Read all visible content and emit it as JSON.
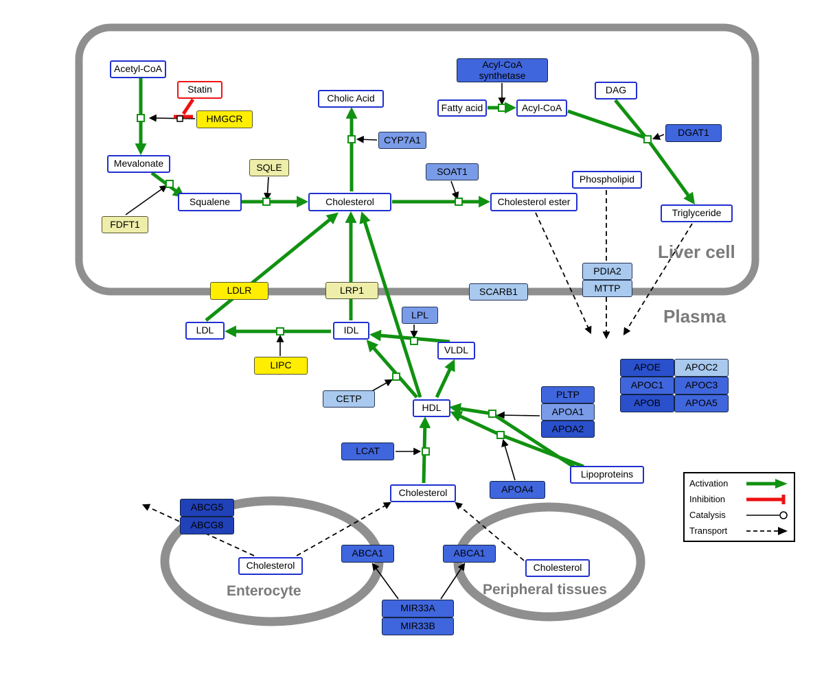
{
  "regions": {
    "liver_label": "Liver cell",
    "plasma_label": "Plasma",
    "enterocyte_label": "Enterocyte",
    "peripheral_label": "Peripheral tissues"
  },
  "colors": {
    "activation": "#119111",
    "inhibition": "#ee1111",
    "catalysis": "#000000",
    "transport": "#000000",
    "membrane": "#8f8f8f",
    "metabolite_border": "#1f2fd0",
    "gene_yellow": "#ffee00",
    "gene_pale_yellow": "#eeeeaa",
    "blue_light": "#a9c9ee",
    "blue_medium": "#7a9ce8",
    "blue_strong": "#4066dd",
    "blue_dark": "#2a50cc",
    "blue_darkest": "#2141b8"
  },
  "nodes": [
    {
      "id": "acetyl_coa",
      "label": "Acetyl-CoA",
      "kind": "metabolite"
    },
    {
      "id": "statin",
      "label": "Statin",
      "kind": "drug"
    },
    {
      "id": "hmgcr",
      "label": "HMGCR",
      "kind": "yellow"
    },
    {
      "id": "mevalonate",
      "label": "Mevalonate",
      "kind": "metabolite"
    },
    {
      "id": "cholic_acid",
      "label": "Cholic Acid",
      "kind": "metabolite"
    },
    {
      "id": "cyp7a1",
      "label": "CYP7A1",
      "kind": "bm"
    },
    {
      "id": "sqle",
      "label": "SQLE",
      "kind": "pale"
    },
    {
      "id": "squalene",
      "label": "Squalene",
      "kind": "metabolite"
    },
    {
      "id": "fdft1",
      "label": "FDFT1",
      "kind": "pale"
    },
    {
      "id": "cholesterol_liver",
      "label": "Cholesterol",
      "kind": "metabolite"
    },
    {
      "id": "acyl_coa_synthetase",
      "label": "Acyl-CoA synthetase",
      "kind": "bs"
    },
    {
      "id": "fatty_acid",
      "label": "Fatty acid",
      "kind": "metabolite"
    },
    {
      "id": "acyl_coa",
      "label": "Acyl-CoA",
      "kind": "metabolite"
    },
    {
      "id": "dag",
      "label": "DAG",
      "kind": "metabolite"
    },
    {
      "id": "dgat1",
      "label": "DGAT1",
      "kind": "bs"
    },
    {
      "id": "soat1",
      "label": "SOAT1",
      "kind": "bm"
    },
    {
      "id": "cholesterol_ester",
      "label": "Cholesterol ester",
      "kind": "metabolite"
    },
    {
      "id": "phospholipid",
      "label": "Phospholipid",
      "kind": "metabolite"
    },
    {
      "id": "triglyceride",
      "label": "Triglyceride",
      "kind": "metabolite"
    },
    {
      "id": "ldlr",
      "label": "LDLR",
      "kind": "yellow"
    },
    {
      "id": "lrp1",
      "label": "LRP1",
      "kind": "pale"
    },
    {
      "id": "scarb1",
      "label": "SCARB1",
      "kind": "bl"
    },
    {
      "id": "pdia2",
      "label": "PDIA2",
      "kind": "bl"
    },
    {
      "id": "mttp",
      "label": "MTTP",
      "kind": "bl"
    },
    {
      "id": "ldl",
      "label": "LDL",
      "kind": "metabolite"
    },
    {
      "id": "idl",
      "label": "IDL",
      "kind": "metabolite"
    },
    {
      "id": "lpl",
      "label": "LPL",
      "kind": "bm"
    },
    {
      "id": "vldl",
      "label": "VLDL",
      "kind": "metabolite"
    },
    {
      "id": "lipc",
      "label": "LIPC",
      "kind": "yellow"
    },
    {
      "id": "cetp",
      "label": "CETP",
      "kind": "bl"
    },
    {
      "id": "hdl",
      "label": "HDL",
      "kind": "metabolite"
    },
    {
      "id": "pltp",
      "label": "PLTP",
      "kind": "bs"
    },
    {
      "id": "apoa1",
      "label": "APOA1",
      "kind": "bm"
    },
    {
      "id": "apoa2",
      "label": "APOA2",
      "kind": "bd"
    },
    {
      "id": "lcat",
      "label": "LCAT",
      "kind": "bs"
    },
    {
      "id": "apoa4",
      "label": "APOA4",
      "kind": "bs"
    },
    {
      "id": "lipoproteins",
      "label": "Lipoproteins",
      "kind": "metabolite"
    },
    {
      "id": "apoe",
      "label": "APOE",
      "kind": "bd"
    },
    {
      "id": "apoc2",
      "label": "APOC2",
      "kind": "bl"
    },
    {
      "id": "apoc1",
      "label": "APOC1",
      "kind": "bs"
    },
    {
      "id": "apoc3",
      "label": "APOC3",
      "kind": "bs"
    },
    {
      "id": "apob",
      "label": "APOB",
      "kind": "bd"
    },
    {
      "id": "apoa5",
      "label": "APOA5",
      "kind": "bs"
    },
    {
      "id": "cholesterol_plasma",
      "label": "Cholesterol",
      "kind": "metabolite"
    },
    {
      "id": "abcg5",
      "label": "ABCG5",
      "kind": "bx"
    },
    {
      "id": "abcg8",
      "label": "ABCG8",
      "kind": "bx"
    },
    {
      "id": "cholesterol_enterocyte",
      "label": "Cholesterol",
      "kind": "metabolite"
    },
    {
      "id": "abca1_enterocyte",
      "label": "ABCA1",
      "kind": "bs"
    },
    {
      "id": "abca1_peripheral",
      "label": "ABCA1",
      "kind": "bs"
    },
    {
      "id": "cholesterol_peripheral",
      "label": "Cholesterol",
      "kind": "metabolite"
    },
    {
      "id": "mir33a",
      "label": "MIR33A",
      "kind": "bs"
    },
    {
      "id": "mir33b",
      "label": "MIR33B",
      "kind": "bs"
    }
  ],
  "legend": {
    "items": [
      {
        "label": "Activation",
        "type": "activation"
      },
      {
        "label": "Inhibition",
        "type": "inhibition"
      },
      {
        "label": "Catalysis",
        "type": "catalysis"
      },
      {
        "label": "Transport",
        "type": "transport"
      }
    ]
  }
}
